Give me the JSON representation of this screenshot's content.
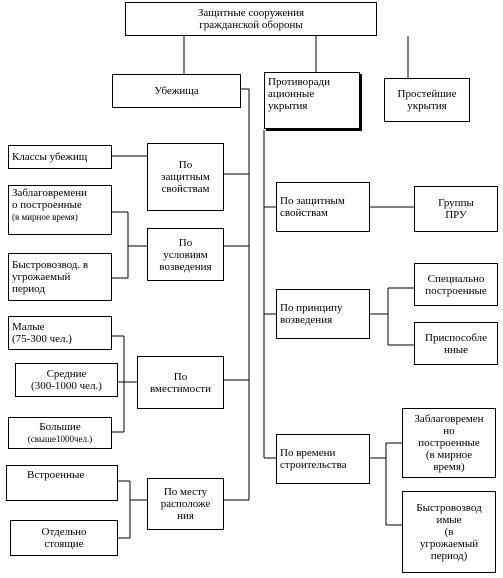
{
  "title": "Защитные сооружения\nгражданской обороны",
  "categories": {
    "shelters": "Убежища",
    "anti_radiation": "Противоради\nационные\nукрытия",
    "simplest": "Простейшие\nукрытия"
  },
  "shelter_criteria": {
    "protective": "По\nзащитным\nсвойствам",
    "construction": "По\nусловиям\nвозведения",
    "capacity": "По\nвместимости",
    "location": "По     месту\nрасположе\nния"
  },
  "shelter_types": {
    "classes": "Классы убежищ",
    "prebuilt_main": "Заблаговремени\nо     построенные",
    "prebuilt_note": "(в мирное время)",
    "rapid": "Быстровозвод. в\nугрожаемый\nпериод",
    "small": "Малые\n(75-300 чел.)",
    "medium": "Средние\n(300-1000 чел.)",
    "large_main": "Большие",
    "large_note": "(свыше1000чел.)",
    "builtin": "Встроенные",
    "standalone": "Отдельно\nстоящие"
  },
  "pru_criteria": {
    "protective": "По    защитным\nсвойствам",
    "principle": "По     принципу\nвозведения",
    "time": "По времени\nстроительства"
  },
  "pru_types": {
    "groups": "Группы\nПРУ",
    "special": "Специально\nпостроенные",
    "adapted": "Приспособле\nнные",
    "prebuilt": "Заблаговремен\nно\nпостроенные\n(в     мирное\nвремя)",
    "rapid": "Быстровозвод\nимые\n(в\nугрожаемый\nпериод)"
  }
}
